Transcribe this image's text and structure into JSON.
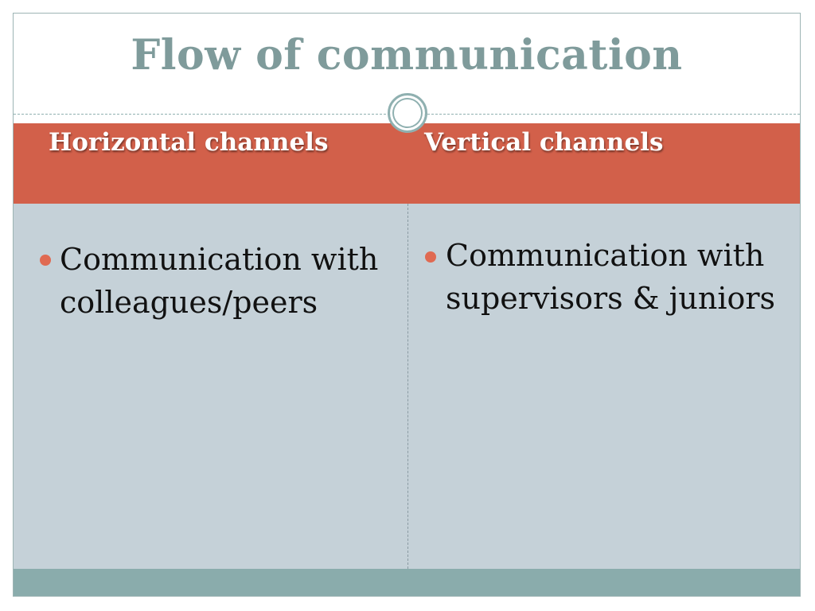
{
  "slide": {
    "title": "Flow of communication",
    "columns": [
      {
        "header": "Horizontal channels",
        "bullet": "Communication with colleagues/peers"
      },
      {
        "header": "Vertical channels",
        "bullet": "Communication with supervisors & juniors"
      }
    ]
  },
  "colors": {
    "title": "#7f9b9b",
    "header_band": "#d2604a",
    "body_panel": "#c5d1d8",
    "footer_band": "#8aacac",
    "bullet": "#e06a52"
  }
}
